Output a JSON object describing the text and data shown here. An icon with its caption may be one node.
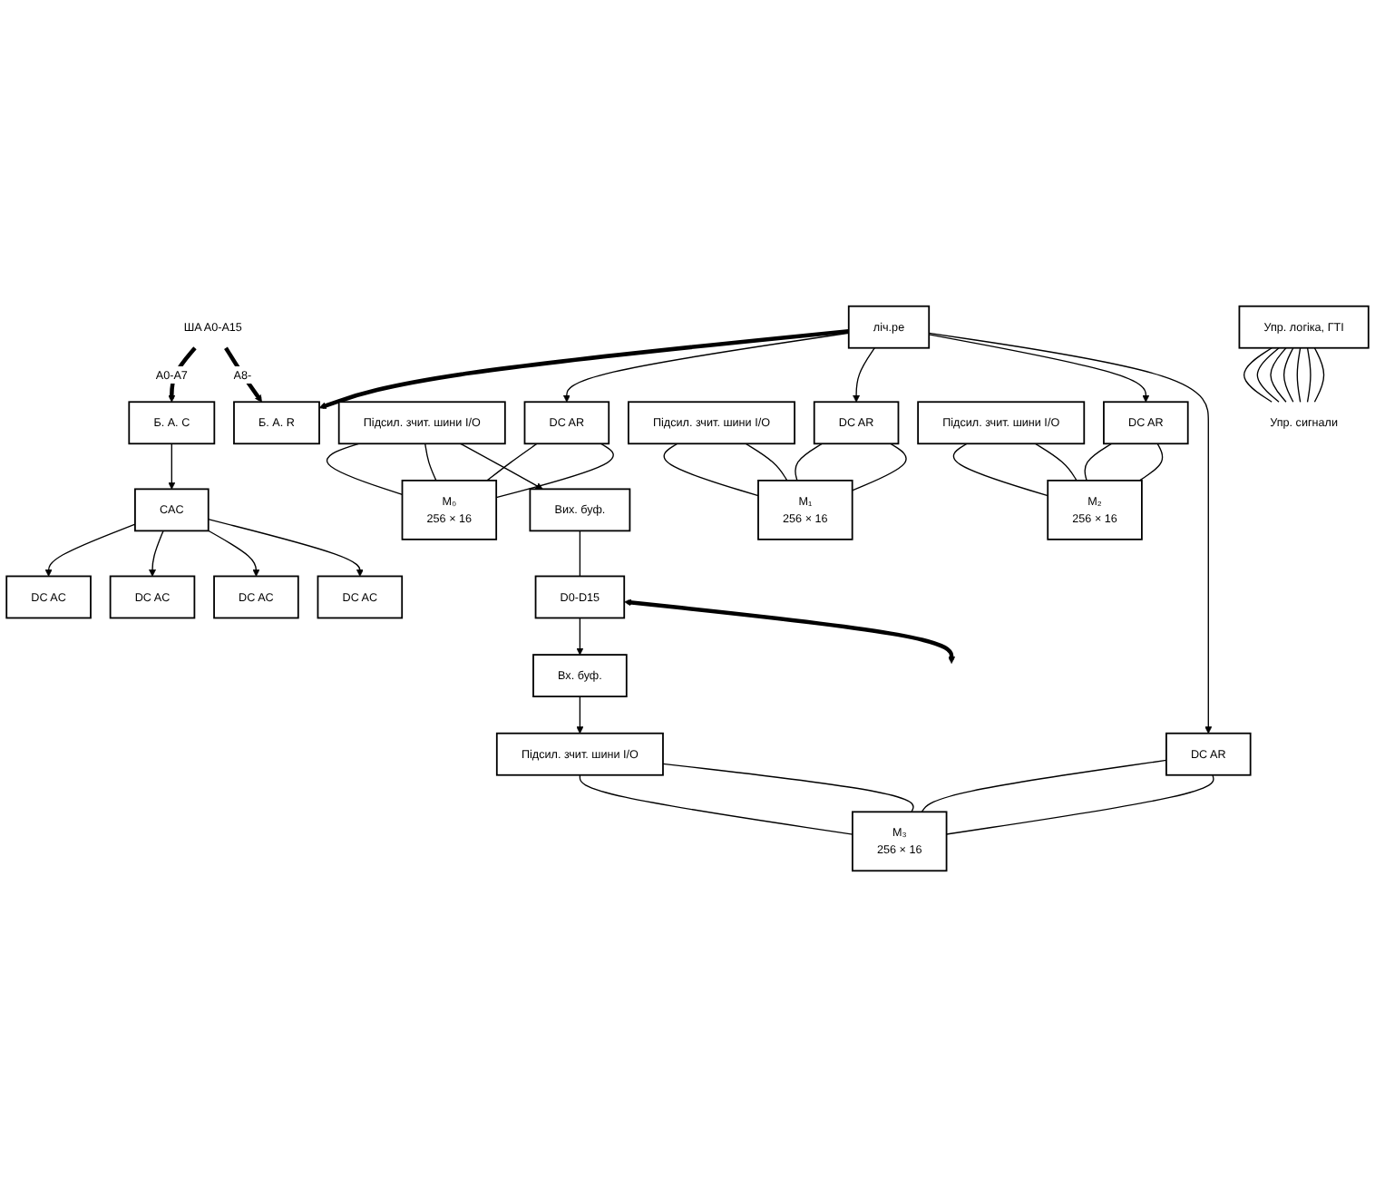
{
  "diagram": {
    "nodes": [
      {
        "text": [
          "ШA A0-A15"
        ]
      },
      {
        "text": [
          "CAC"
        ]
      },
      {
        "text": [
          "Б. А. C"
        ]
      },
      {
        "text": [
          "Б. А. R"
        ]
      },
      {
        "text": [
          "ліч.ре"
        ]
      },
      {
        "text": [
          "DC AR"
        ]
      },
      {
        "text": [
          "DC AR"
        ]
      },
      {
        "text": [
          "DC AR"
        ]
      },
      {
        "text": [
          "DC AR"
        ]
      },
      {
        "text": [
          "DC AC"
        ]
      },
      {
        "text": [
          "Підсил. зчит. шини I/O"
        ]
      },
      {
        "text": [
          "M₀",
          "256 × 16"
        ]
      },
      {
        "text": [
          "DC AC"
        ]
      },
      {
        "text": [
          "Підсил. зчит. шини I/O"
        ]
      },
      {
        "text": [
          "M₁",
          "256 × 16"
        ]
      },
      {
        "text": [
          "DC AC"
        ]
      },
      {
        "text": [
          "Підсил. зчит. шини I/O"
        ]
      },
      {
        "text": [
          "M₂",
          "256 × 16"
        ]
      },
      {
        "text": [
          "DC AC"
        ]
      },
      {
        "text": [
          "Підсил. зчит. шини I/O"
        ]
      },
      {
        "text": [
          "M₃",
          "256 × 16"
        ]
      },
      {
        "text": [
          "Вх. буф."
        ]
      },
      {
        "text": [
          "Вих. буф."
        ]
      },
      {
        "text": [
          "Упр. логіка, ГТІ"
        ]
      },
      {
        "text": [
          "D0-D15"
        ]
      },
      {
        "text": [
          "Упр. сигнали"
        ]
      }
    ],
    "edges": [
      {
        "from": 0,
        "to": 2,
        "arrow": "to",
        "label": "A0-A7",
        "style": "thick"
      },
      {
        "from": 0,
        "to": 3,
        "arrow": "to",
        "label": "A8-",
        "style": "thick"
      },
      {
        "from": 2,
        "to": 1,
        "arrow": "to"
      },
      {
        "from": 4,
        "to": 3,
        "arrow": "to",
        "style": "thick"
      },
      {
        "from": 1,
        "to": 9,
        "arrow": "to"
      },
      {
        "from": 1,
        "to": 12,
        "arrow": "to"
      },
      {
        "from": 1,
        "to": 15,
        "arrow": "to"
      },
      {
        "from": 1,
        "to": 18,
        "arrow": "to"
      },
      {
        "from": 4,
        "to": 5,
        "arrow": "to"
      },
      {
        "from": 4,
        "to": 6,
        "arrow": "to"
      },
      {
        "from": 4,
        "to": 7,
        "arrow": "to"
      },
      {
        "from": 4,
        "to": 8,
        "arrow": "to"
      },
      {
        "from": 5,
        "to": 11,
        "arrow": "none"
      },
      {
        "from": 5,
        "to": 11,
        "arrow": "none"
      },
      {
        "from": 6,
        "to": 14,
        "arrow": "none"
      },
      {
        "from": 6,
        "to": 14,
        "arrow": "none"
      },
      {
        "from": 7,
        "to": 17,
        "arrow": "none"
      },
      {
        "from": 7,
        "to": 17,
        "arrow": "none"
      },
      {
        "from": 8,
        "to": 20,
        "arrow": "none"
      },
      {
        "from": 8,
        "to": 20,
        "arrow": "none"
      },
      {
        "from": 10,
        "to": 11,
        "arrow": "none"
      },
      {
        "from": 10,
        "to": 11,
        "arrow": "none"
      },
      {
        "from": 13,
        "to": 14,
        "arrow": "none"
      },
      {
        "from": 13,
        "to": 14,
        "arrow": "none"
      },
      {
        "from": 16,
        "to": 17,
        "arrow": "none"
      },
      {
        "from": 16,
        "to": 17,
        "arrow": "none"
      },
      {
        "from": 19,
        "to": 20,
        "arrow": "none"
      },
      {
        "from": 19,
        "to": 20,
        "arrow": "none"
      },
      {
        "from": 10,
        "to": 22,
        "arrow": "to"
      },
      {
        "from": 21,
        "to": 19,
        "arrow": "to"
      },
      {
        "from": 24,
        "to": 21,
        "arrow": "to"
      },
      {
        "from": 22,
        "to": 24,
        "arrow": "none"
      },
      {
        "from": 24,
        "to": null,
        "arrow": "both",
        "style": "thick"
      },
      {
        "from": 23,
        "to": 25,
        "arrow": "none"
      },
      {
        "from": 23,
        "to": 25,
        "arrow": "none"
      },
      {
        "from": 23,
        "to": 25,
        "arrow": "none"
      },
      {
        "from": 23,
        "to": 25,
        "arrow": "none"
      },
      {
        "from": 23,
        "to": 25,
        "arrow": "none"
      },
      {
        "from": 23,
        "to": 25,
        "arrow": "none"
      },
      {
        "from": 23,
        "to": 25,
        "arrow": "none"
      }
    ]
  }
}
